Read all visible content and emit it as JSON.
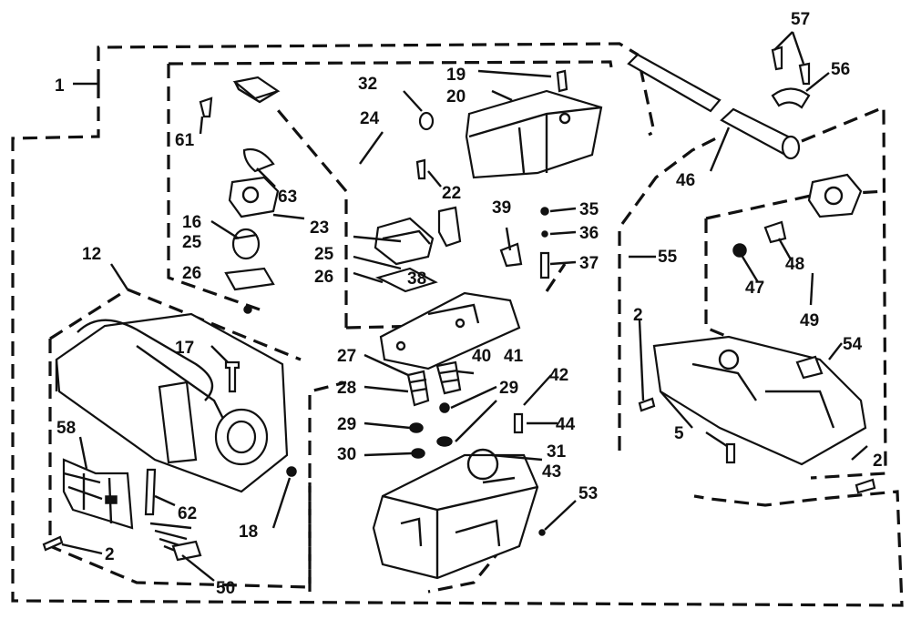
{
  "labels": {
    "p1": "1",
    "p2a": "2",
    "p2b": "2",
    "p2c": "2",
    "p5": "5",
    "p12": "12",
    "p16": "16",
    "p17": "17",
    "p18": "18",
    "p19": "19",
    "p20": "20",
    "p22": "22",
    "p23": "23",
    "p24": "24",
    "p25a": "25",
    "p25b": "25",
    "p26a": "26",
    "p26b": "26",
    "p27": "27",
    "p28": "28",
    "p29a": "29",
    "p29b": "29",
    "p30": "30",
    "p31": "31",
    "p32": "32",
    "p35": "35",
    "p36": "36",
    "p37": "37",
    "p38": "38",
    "p39": "39",
    "p40": "40",
    "p41": "41",
    "p42": "42",
    "p43": "43",
    "p44": "44",
    "p46": "46",
    "p47": "47",
    "p48": "48",
    "p49": "49",
    "p50": "50",
    "p53": "53",
    "p54": "54",
    "p55": "55",
    "p56": "56",
    "p57": "57",
    "p58": "58",
    "p61": "61",
    "p62": "62",
    "p63": "63"
  },
  "colors": {
    "ink": "#111111",
    "paper": "#ffffff"
  }
}
